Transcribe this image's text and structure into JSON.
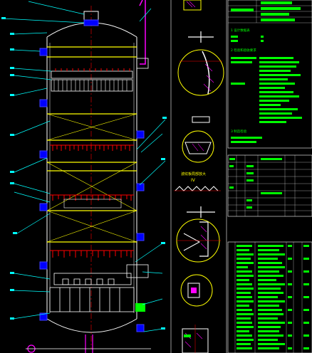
{
  "drawing": {
    "type": "CAD drawing – packed tower vessel assembly",
    "colors": {
      "background": "#000000",
      "vessel_outline": "#ffffff",
      "leader": "#00ffff",
      "nozzle": "#0000ff",
      "distributor": "#ff0000",
      "support_grid": "#ffff00",
      "table_text": "#00ff00",
      "detail_circle": "#ffff00",
      "axis": "#ff0000",
      "hatch": "#ff00ff"
    },
    "detail_labels": {
      "corrugation_note": "波纹板局部放大",
      "corrugation_mark": "IV"
    },
    "title_block": {
      "sections": [
        {
          "id": "section-1",
          "heading": "1  设计数据表"
        },
        {
          "id": "section-2",
          "heading": "2  检验和验收要求"
        },
        {
          "id": "section-3",
          "heading": "3  制造检验"
        }
      ]
    }
  }
}
